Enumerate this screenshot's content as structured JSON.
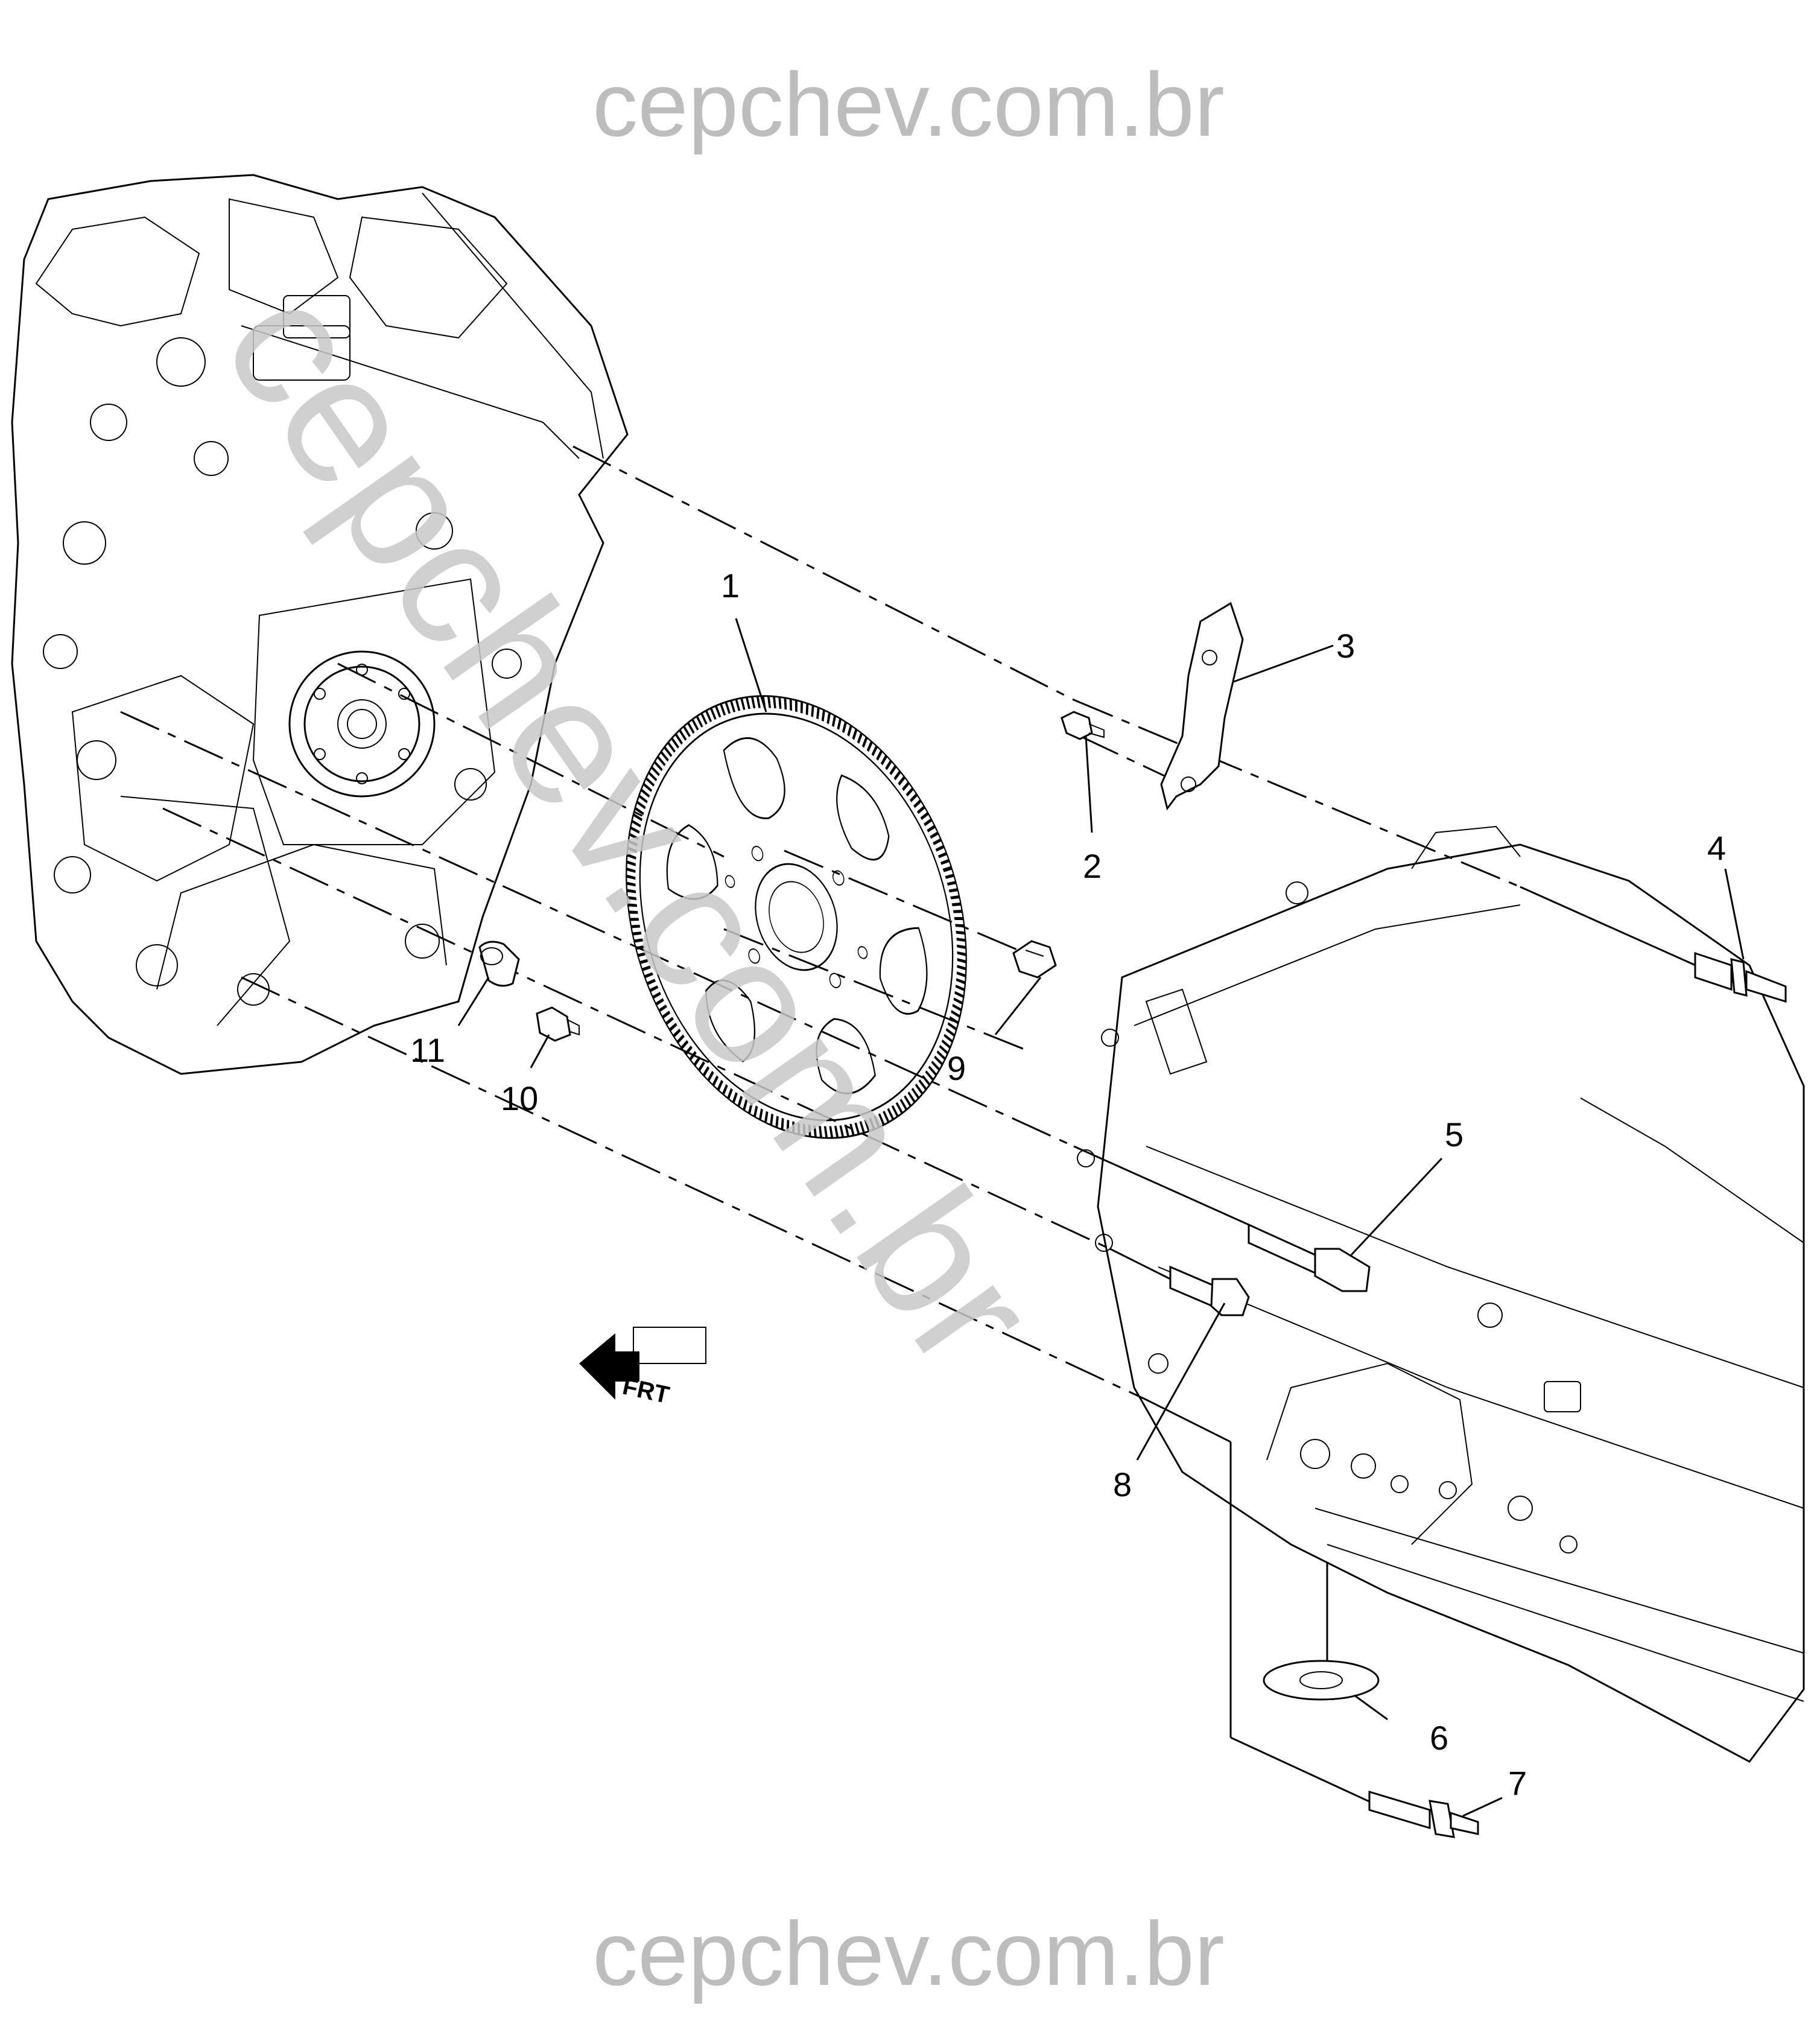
{
  "watermark": {
    "top": "cepchev.com.br",
    "bottom": "cepchev.com.br",
    "diagonal": "cepchev.com.br"
  },
  "orientation_marker": {
    "label": "FRT",
    "icon": "front-arrow-icon"
  },
  "callouts": [
    {
      "id": "1",
      "part": "flywheel"
    },
    {
      "id": "2",
      "part": "bolt"
    },
    {
      "id": "3",
      "part": "bracket"
    },
    {
      "id": "4",
      "part": "stud"
    },
    {
      "id": "5",
      "part": "bolt"
    },
    {
      "id": "6",
      "part": "washer"
    },
    {
      "id": "7",
      "part": "stud"
    },
    {
      "id": "8",
      "part": "bolt"
    },
    {
      "id": "9",
      "part": "bolt"
    },
    {
      "id": "10",
      "part": "bolt"
    },
    {
      "id": "11",
      "part": "dowel"
    }
  ]
}
